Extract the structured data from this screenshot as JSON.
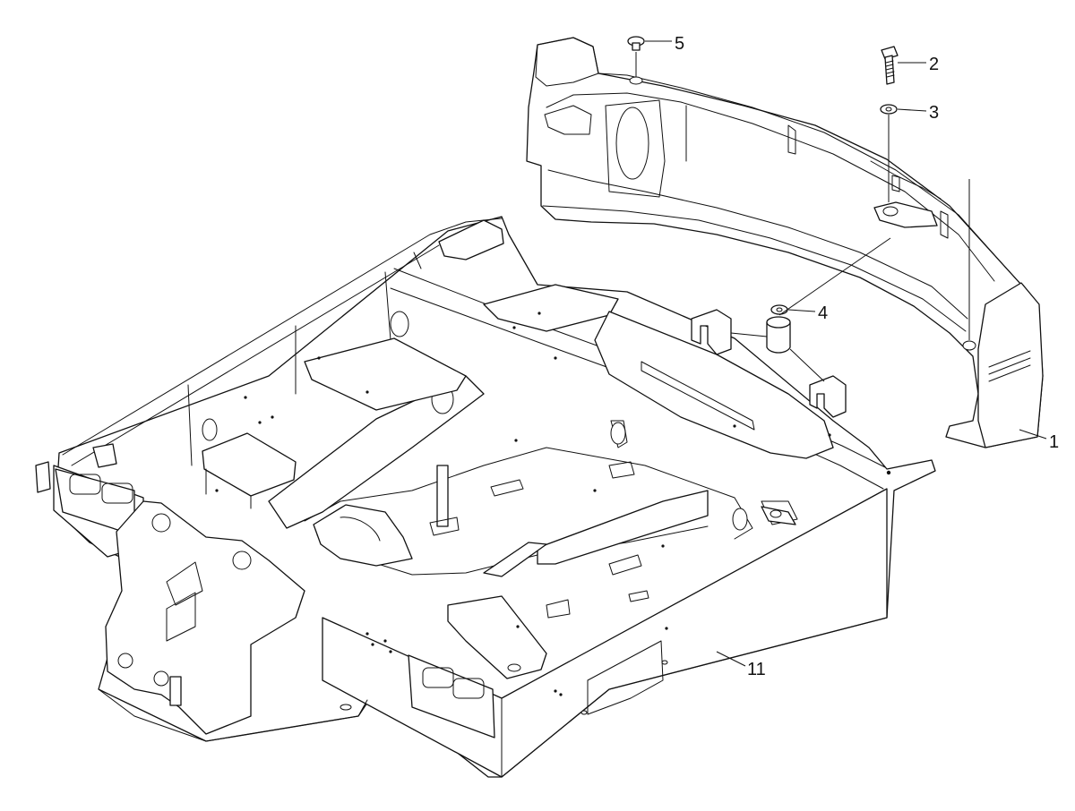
{
  "diagram": {
    "callouts": [
      {
        "id": "1",
        "label": "1"
      },
      {
        "id": "2",
        "label": "2"
      },
      {
        "id": "3",
        "label": "3"
      },
      {
        "id": "4",
        "label": "4"
      },
      {
        "id": "5",
        "label": "5"
      },
      {
        "id": "11",
        "label": "11"
      }
    ]
  }
}
